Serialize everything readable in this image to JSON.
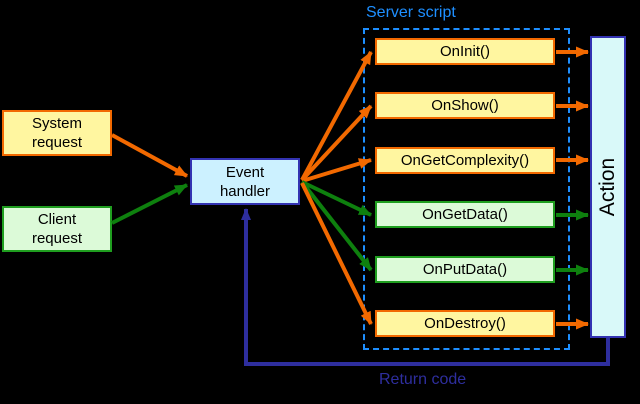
{
  "diagram": {
    "colors": {
      "background": "#000000",
      "orange": "#F26900",
      "yellow_fill": "#FFF6A0",
      "green_fill": "#DCFAD8",
      "green_border": "#1F9E1F",
      "green_arrow": "#0E800E",
      "handler_fill": "#CCF1FF",
      "action_fill": "#D9F9F9",
      "node_border": "#3333B2",
      "return_blue": "#2E2E9E",
      "server_blue": "#1E8FFF"
    },
    "system_request": {
      "line1": "System",
      "line2": "request"
    },
    "client_request": {
      "line1": "Client",
      "line2": "request"
    },
    "event_handler": {
      "line1": "Event",
      "line2": "handler"
    },
    "server_script": {
      "label": "Server script"
    },
    "functions": [
      {
        "label": "OnInit()"
      },
      {
        "label": "OnShow()"
      },
      {
        "label": "OnGetComplexity()"
      },
      {
        "label": "OnGetData()"
      },
      {
        "label": "OnPutData()"
      },
      {
        "label": "OnDestroy()"
      }
    ],
    "action": {
      "label": "Action"
    },
    "return_code": {
      "label": "Return code"
    }
  }
}
